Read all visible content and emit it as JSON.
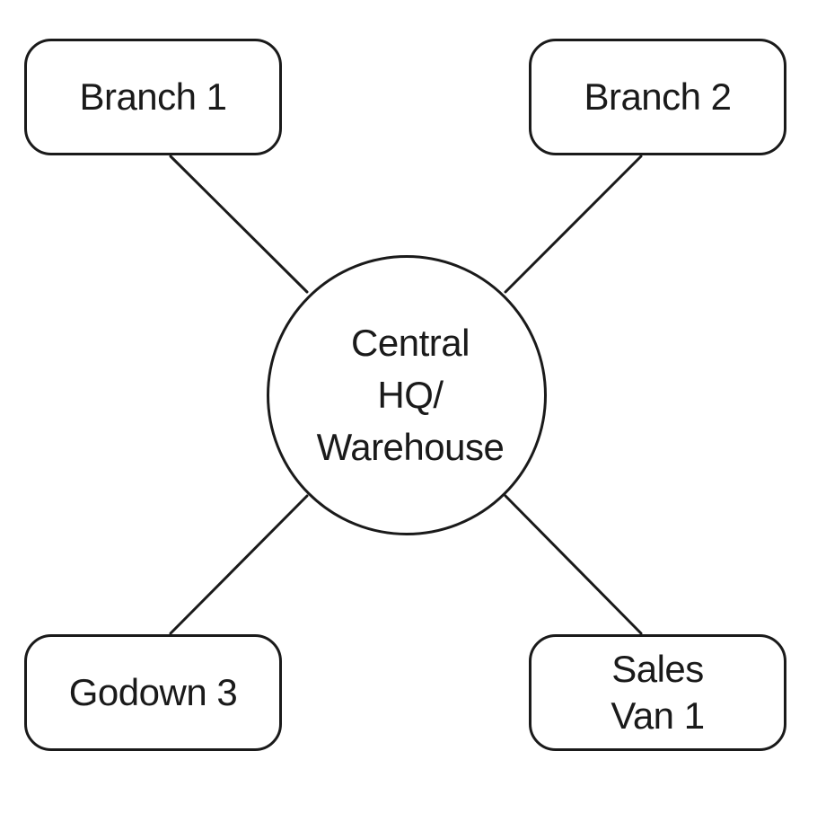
{
  "diagram": {
    "hub": {
      "lines": [
        "Central",
        "HQ/",
        "Warehouse"
      ]
    },
    "nodes": {
      "branch_1": {
        "lines": [
          "Branch 1"
        ]
      },
      "branch_2": {
        "lines": [
          "Branch 2"
        ]
      },
      "godown_3": {
        "lines": [
          "Godown 3"
        ]
      },
      "sales_van_1": {
        "lines": [
          "Sales",
          "Van 1"
        ]
      }
    },
    "connections": [
      {
        "from": "hub",
        "to": "branch_1"
      },
      {
        "from": "hub",
        "to": "branch_2"
      },
      {
        "from": "hub",
        "to": "godown_3"
      },
      {
        "from": "hub",
        "to": "sales_van_1"
      }
    ],
    "colors": {
      "stroke": "#1a1a1a",
      "fill": "#ffffff",
      "text": "#1a1a1a"
    }
  }
}
